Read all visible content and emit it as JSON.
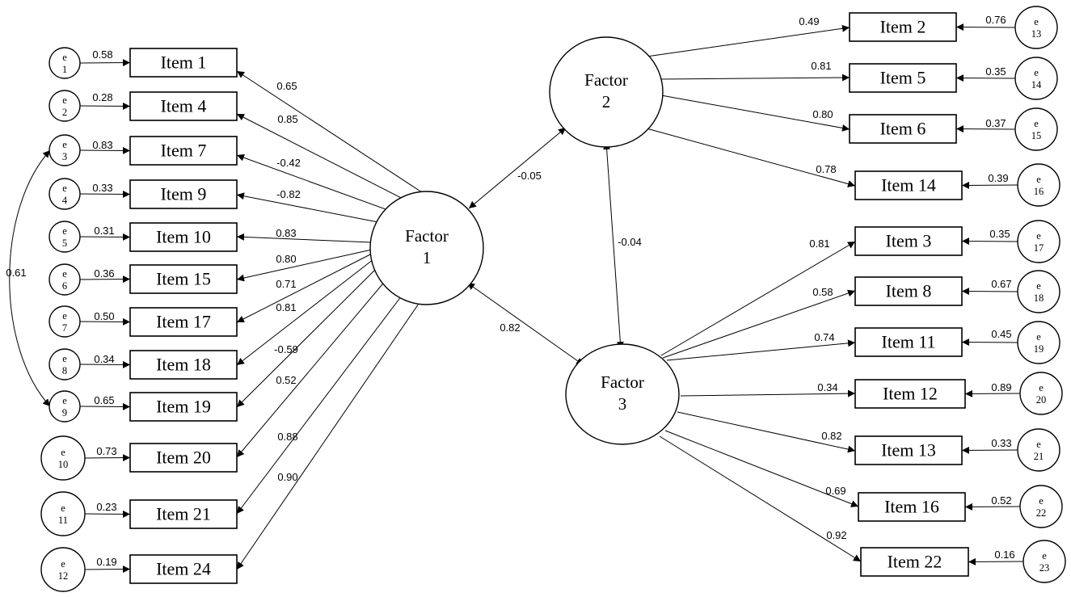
{
  "factors": [
    {
      "id": "F1",
      "line1": "Factor",
      "line2": "1"
    },
    {
      "id": "F2",
      "line1": "Factor",
      "line2": "2"
    },
    {
      "id": "F3",
      "line1": "Factor",
      "line2": "3"
    }
  ],
  "items": [
    {
      "id": "I1",
      "label": "Item 1"
    },
    {
      "id": "I4",
      "label": "Item 4"
    },
    {
      "id": "I7",
      "label": "Item 7"
    },
    {
      "id": "I9",
      "label": "Item 9"
    },
    {
      "id": "I10",
      "label": "Item 10"
    },
    {
      "id": "I15",
      "label": "Item 15"
    },
    {
      "id": "I17",
      "label": "Item 17"
    },
    {
      "id": "I18",
      "label": "Item 18"
    },
    {
      "id": "I19",
      "label": "Item 19"
    },
    {
      "id": "I20",
      "label": "Item 20"
    },
    {
      "id": "I21",
      "label": "Item 21"
    },
    {
      "id": "I24",
      "label": "Item 24"
    },
    {
      "id": "I2",
      "label": "Item 2"
    },
    {
      "id": "I5",
      "label": "Item 5"
    },
    {
      "id": "I6",
      "label": "Item 6"
    },
    {
      "id": "I14",
      "label": "Item 14"
    },
    {
      "id": "I3",
      "label": "Item 3"
    },
    {
      "id": "I8",
      "label": "Item 8"
    },
    {
      "id": "I11",
      "label": "Item 11"
    },
    {
      "id": "I12",
      "label": "Item 12"
    },
    {
      "id": "I13",
      "label": "Item 13"
    },
    {
      "id": "I16",
      "label": "Item 16"
    },
    {
      "id": "I22",
      "label": "Item 22"
    }
  ],
  "errors": [
    {
      "id": "e1",
      "top": "e",
      "num": "1"
    },
    {
      "id": "e2",
      "top": "e",
      "num": "2"
    },
    {
      "id": "e3",
      "top": "e",
      "num": "3"
    },
    {
      "id": "e4",
      "top": "e",
      "num": "4"
    },
    {
      "id": "e5",
      "top": "e",
      "num": "5"
    },
    {
      "id": "e6",
      "top": "e",
      "num": "6"
    },
    {
      "id": "e7",
      "top": "e",
      "num": "7"
    },
    {
      "id": "e8",
      "top": "e",
      "num": "8"
    },
    {
      "id": "e9",
      "top": "e",
      "num": "9"
    },
    {
      "id": "e10",
      "top": "e",
      "num": "10"
    },
    {
      "id": "e11",
      "top": "e",
      "num": "11"
    },
    {
      "id": "e12",
      "top": "e",
      "num": "12"
    },
    {
      "id": "e13",
      "top": "e",
      "num": "13"
    },
    {
      "id": "e14",
      "top": "e",
      "num": "14"
    },
    {
      "id": "e15",
      "top": "e",
      "num": "15"
    },
    {
      "id": "e16",
      "top": "e",
      "num": "16"
    },
    {
      "id": "e17",
      "top": "e",
      "num": "17"
    },
    {
      "id": "e18",
      "top": "e",
      "num": "18"
    },
    {
      "id": "e19",
      "top": "e",
      "num": "19"
    },
    {
      "id": "e20",
      "top": "e",
      "num": "20"
    },
    {
      "id": "e21",
      "top": "e",
      "num": "21"
    },
    {
      "id": "e22",
      "top": "e",
      "num": "22"
    },
    {
      "id": "e23",
      "top": "e",
      "num": "23"
    }
  ],
  "loadings": [
    {
      "factor": "F1",
      "item": "I1",
      "value": "0.65"
    },
    {
      "factor": "F1",
      "item": "I4",
      "value": "0.85"
    },
    {
      "factor": "F1",
      "item": "I7",
      "value": "-0.42"
    },
    {
      "factor": "F1",
      "item": "I9",
      "value": "-0.82"
    },
    {
      "factor": "F1",
      "item": "I10",
      "value": "0.83"
    },
    {
      "factor": "F1",
      "item": "I15",
      "value": "0.80"
    },
    {
      "factor": "F1",
      "item": "I17",
      "value": "0.71"
    },
    {
      "factor": "F1",
      "item": "I18",
      "value": "0.81"
    },
    {
      "factor": "F1",
      "item": "I19",
      "value": "-0.59"
    },
    {
      "factor": "F1",
      "item": "I20",
      "value": "0.52"
    },
    {
      "factor": "F1",
      "item": "I21",
      "value": "0.88"
    },
    {
      "factor": "F1",
      "item": "I24",
      "value": "0.90"
    },
    {
      "factor": "F2",
      "item": "I2",
      "value": "0.49"
    },
    {
      "factor": "F2",
      "item": "I5",
      "value": "0.81"
    },
    {
      "factor": "F2",
      "item": "I6",
      "value": "0.80"
    },
    {
      "factor": "F2",
      "item": "I14",
      "value": "0.78"
    },
    {
      "factor": "F3",
      "item": "I3",
      "value": "0.81"
    },
    {
      "factor": "F3",
      "item": "I8",
      "value": "0.58"
    },
    {
      "factor": "F3",
      "item": "I11",
      "value": "0.74"
    },
    {
      "factor": "F3",
      "item": "I12",
      "value": "0.34"
    },
    {
      "factor": "F3",
      "item": "I13",
      "value": "0.82"
    },
    {
      "factor": "F3",
      "item": "I16",
      "value": "0.69"
    },
    {
      "factor": "F3",
      "item": "I22",
      "value": "0.92"
    }
  ],
  "error_paths": [
    {
      "error": "e1",
      "item": "I1",
      "value": "0.58"
    },
    {
      "error": "e2",
      "item": "I4",
      "value": "0.28"
    },
    {
      "error": "e3",
      "item": "I7",
      "value": "0.83"
    },
    {
      "error": "e4",
      "item": "I9",
      "value": "0.33"
    },
    {
      "error": "e5",
      "item": "I10",
      "value": "0.31"
    },
    {
      "error": "e6",
      "item": "I15",
      "value": "0.36"
    },
    {
      "error": "e7",
      "item": "I17",
      "value": "0.50"
    },
    {
      "error": "e8",
      "item": "I18",
      "value": "0.34"
    },
    {
      "error": "e9",
      "item": "I19",
      "value": "0.65"
    },
    {
      "error": "e10",
      "item": "I20",
      "value": "0.73"
    },
    {
      "error": "e11",
      "item": "I21",
      "value": "0.23"
    },
    {
      "error": "e12",
      "item": "I24",
      "value": "0.19"
    },
    {
      "error": "e13",
      "item": "I2",
      "value": "0.76"
    },
    {
      "error": "e14",
      "item": "I5",
      "value": "0.35"
    },
    {
      "error": "e15",
      "item": "I6",
      "value": "0.37"
    },
    {
      "error": "e16",
      "item": "I14",
      "value": "0.39"
    },
    {
      "error": "e17",
      "item": "I3",
      "value": "0.35"
    },
    {
      "error": "e18",
      "item": "I8",
      "value": "0.67"
    },
    {
      "error": "e19",
      "item": "I11",
      "value": "0.45"
    },
    {
      "error": "e20",
      "item": "I12",
      "value": "0.89"
    },
    {
      "error": "e21",
      "item": "I13",
      "value": "0.33"
    },
    {
      "error": "e22",
      "item": "I16",
      "value": "0.52"
    },
    {
      "error": "e23",
      "item": "I22",
      "value": "0.16"
    }
  ],
  "factor_covariances": [
    {
      "from": "F1",
      "to": "F2",
      "value": "-0.05"
    },
    {
      "from": "F2",
      "to": "F3",
      "value": "-0.04"
    },
    {
      "from": "F1",
      "to": "F3",
      "value": "0.82"
    }
  ],
  "error_covariances": [
    {
      "from": "e3",
      "to": "e9",
      "value": "0.61"
    }
  ]
}
